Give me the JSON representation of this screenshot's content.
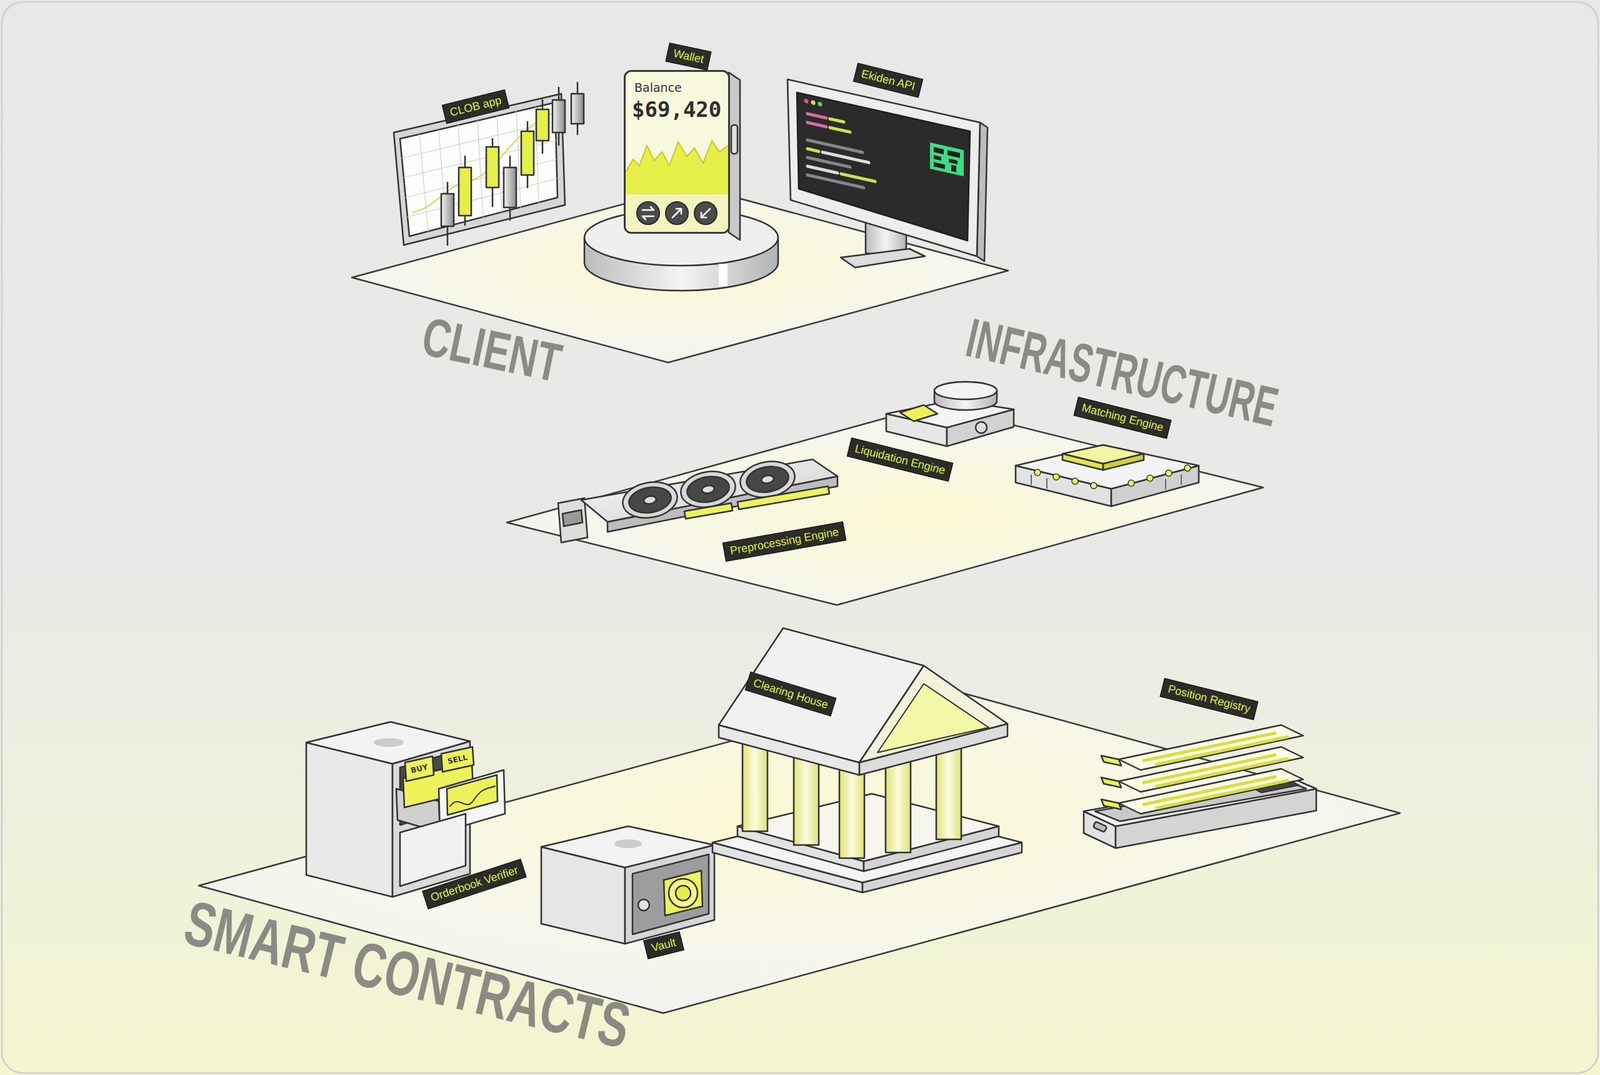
{
  "diagram": {
    "nodes": [
      {
        "text": [
          "CLIENT"
        ]
      },
      {
        "text": [
          "CLOB app"
        ],
        "in": 0
      },
      {
        "text": [
          "Wallet"
        ],
        "in": 0
      },
      {
        "text": [
          "Balance",
          "$69,420"
        ],
        "in": 0
      },
      {
        "text": [
          "Ekiden API"
        ],
        "in": 0
      },
      {
        "text": [
          "INFRASTRUCTURE"
        ]
      },
      {
        "text": [
          "Liquidation Engine"
        ],
        "in": 5
      },
      {
        "text": [
          "Matching Engine"
        ],
        "in": 5
      },
      {
        "text": [
          "Preprocessing Engine"
        ],
        "in": 5
      },
      {
        "text": [
          "SMART CONTRACTS"
        ]
      },
      {
        "text": [
          "Clearing House"
        ],
        "in": 9
      },
      {
        "text": [
          "Position Registry"
        ],
        "in": 9
      },
      {
        "text": [
          "Orderbook Verifier"
        ],
        "in": 9
      },
      {
        "text": [
          "Vault"
        ],
        "in": 9
      }
    ],
    "labels": [
      "BUY",
      "SELL"
    ]
  }
}
